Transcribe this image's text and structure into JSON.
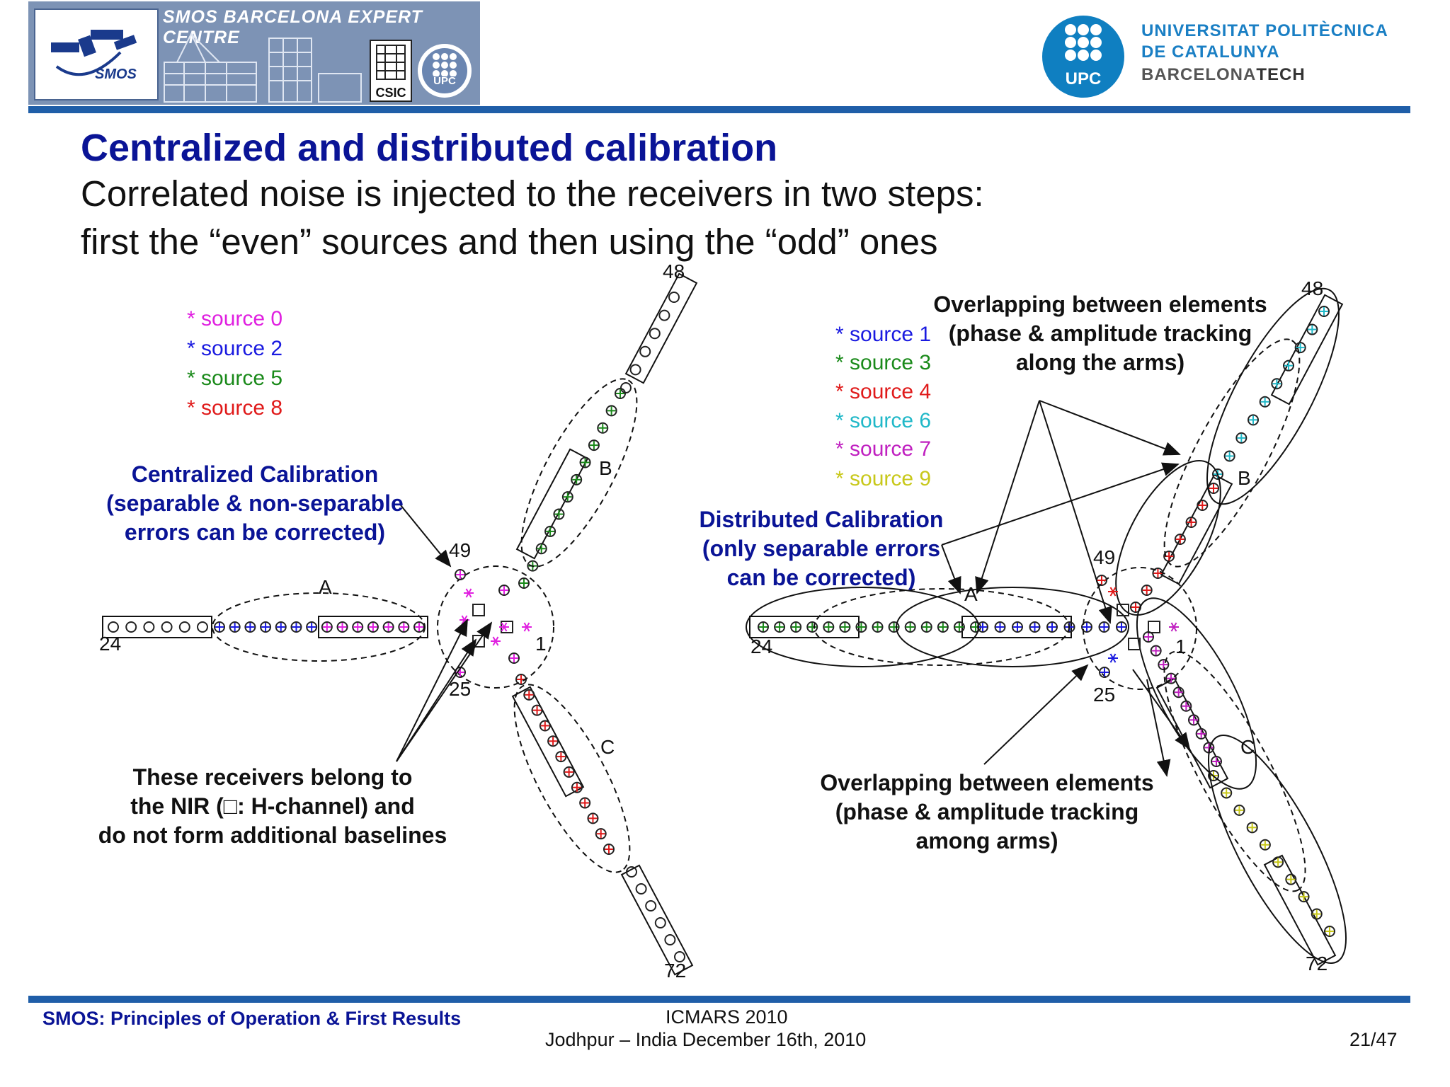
{
  "header": {
    "banner_title": "SMOS BARCELONA EXPERT CENTRE",
    "smos_logo_text": "SMOS",
    "csic_label": "CSIC",
    "upc_small_label": "UPC",
    "upc_big_label": "UPC",
    "university_line1": "UNIVERSITAT POLITÈCNICA",
    "university_line2": "DE CATALUNYA",
    "university_line3a": "BARCELONA",
    "university_line3b": "TECH"
  },
  "slide": {
    "title": "Centralized and distributed calibration",
    "subtitle_line1": "Correlated noise is injected to the receivers in two steps:",
    "subtitle_line2": "first the “even” sources and then using the “odd” ones"
  },
  "left_diagram": {
    "legend": [
      {
        "marker": "*",
        "label": "source 0",
        "color": "#e020e0"
      },
      {
        "marker": "*",
        "label": "source 2",
        "color": "#1a1ae0"
      },
      {
        "marker": "*",
        "label": "source 5",
        "color": "#1a8a1a"
      },
      {
        "marker": "*",
        "label": "source 8",
        "color": "#e01a1a"
      }
    ],
    "arm_labels": {
      "a": "A",
      "b": "B",
      "c": "C"
    },
    "element_numbers": {
      "n48": "48",
      "n49": "49",
      "n24": "24",
      "n25": "25",
      "n1": "1",
      "n72": "72"
    },
    "note_centralized": [
      "Centralized Calibration",
      "(separable & non-separable",
      "errors can be corrected)"
    ],
    "note_nir": [
      "These receivers belong to",
      "the NIR (□: H-channel) and",
      "do not form additional baselines"
    ]
  },
  "right_diagram": {
    "legend": [
      {
        "marker": "*",
        "label": "source 1",
        "color": "#1a1ae0"
      },
      {
        "marker": "*",
        "label": "source 3",
        "color": "#1a8a1a"
      },
      {
        "marker": "*",
        "label": "source 4",
        "color": "#e01a1a"
      },
      {
        "marker": "*",
        "label": "source 6",
        "color": "#20b8c8"
      },
      {
        "marker": "*",
        "label": "source 7",
        "color": "#c020c0"
      },
      {
        "marker": "*",
        "label": "source 9",
        "color": "#c8c81a"
      }
    ],
    "arm_labels": {
      "a": "A",
      "b": "B",
      "c": "C"
    },
    "element_numbers": {
      "n48": "48",
      "n49": "49",
      "n24": "24",
      "n25": "25",
      "n1": "1",
      "n72": "72"
    },
    "note_overlap_arms": [
      "Overlapping between elements",
      "(phase & amplitude tracking",
      "along the arms)"
    ],
    "note_distributed": [
      "Distributed Calibration",
      "(only separable errors",
      "can be corrected)"
    ],
    "note_overlap_among": [
      "Overlapping between elements",
      "(phase & amplitude tracking",
      "among arms)"
    ]
  },
  "footer": {
    "left": "SMOS: Principles of Operation & First Results",
    "mid_line1": "ICMARS 2010",
    "mid_line2": "Jodhpur – India December 16th, 2010",
    "page": "21/47"
  },
  "colors": {
    "title_blue": "#0a1496",
    "rule_blue": "#1f5ea8",
    "upc_blue": "#0f7fc1"
  }
}
